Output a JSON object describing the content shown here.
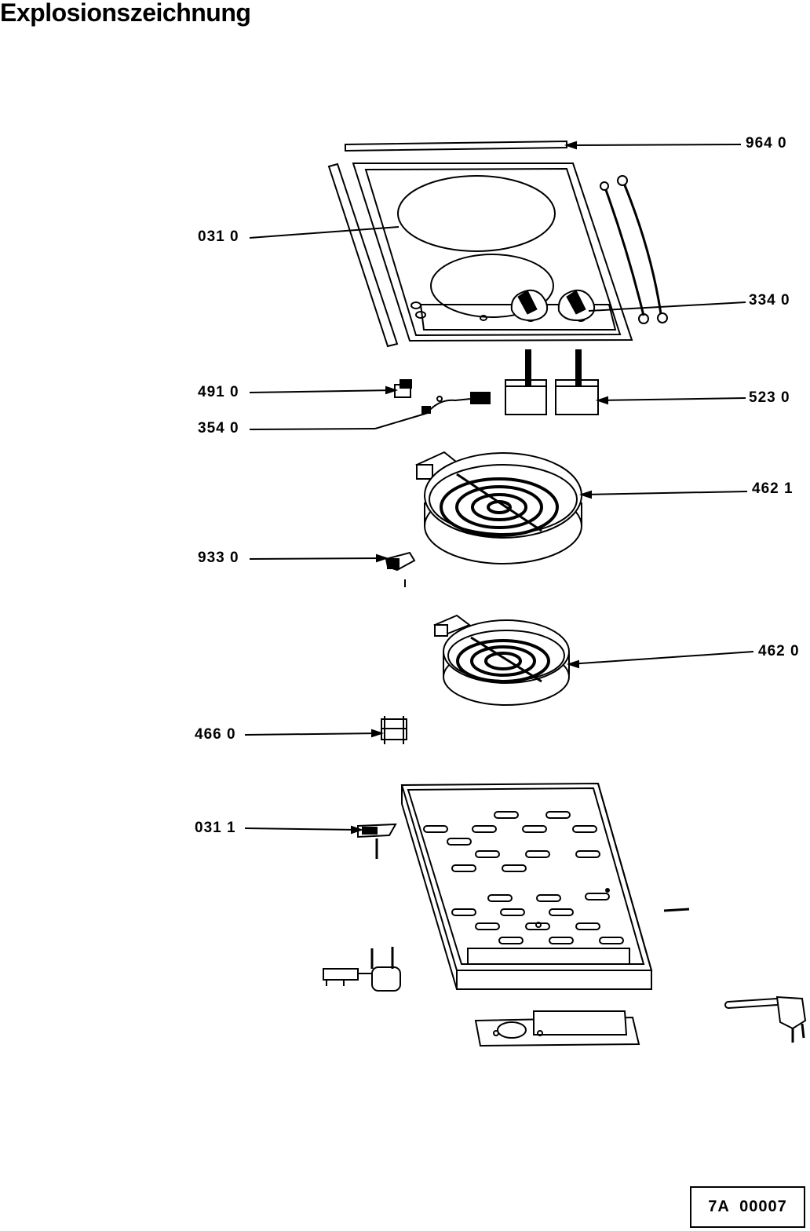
{
  "title": "Explosionszeichnung",
  "labels": {
    "l9640": "964 0",
    "l0310": "031 0",
    "l3340": "334 0",
    "l4910": "491 0",
    "l5230": "523 0",
    "l3540": "354 0",
    "l4621": "462 1",
    "l9330": "933 0",
    "l4620": "462 0",
    "l4660": "466 0",
    "l0311": "031 1"
  },
  "drawing_code": "7A  00007"
}
